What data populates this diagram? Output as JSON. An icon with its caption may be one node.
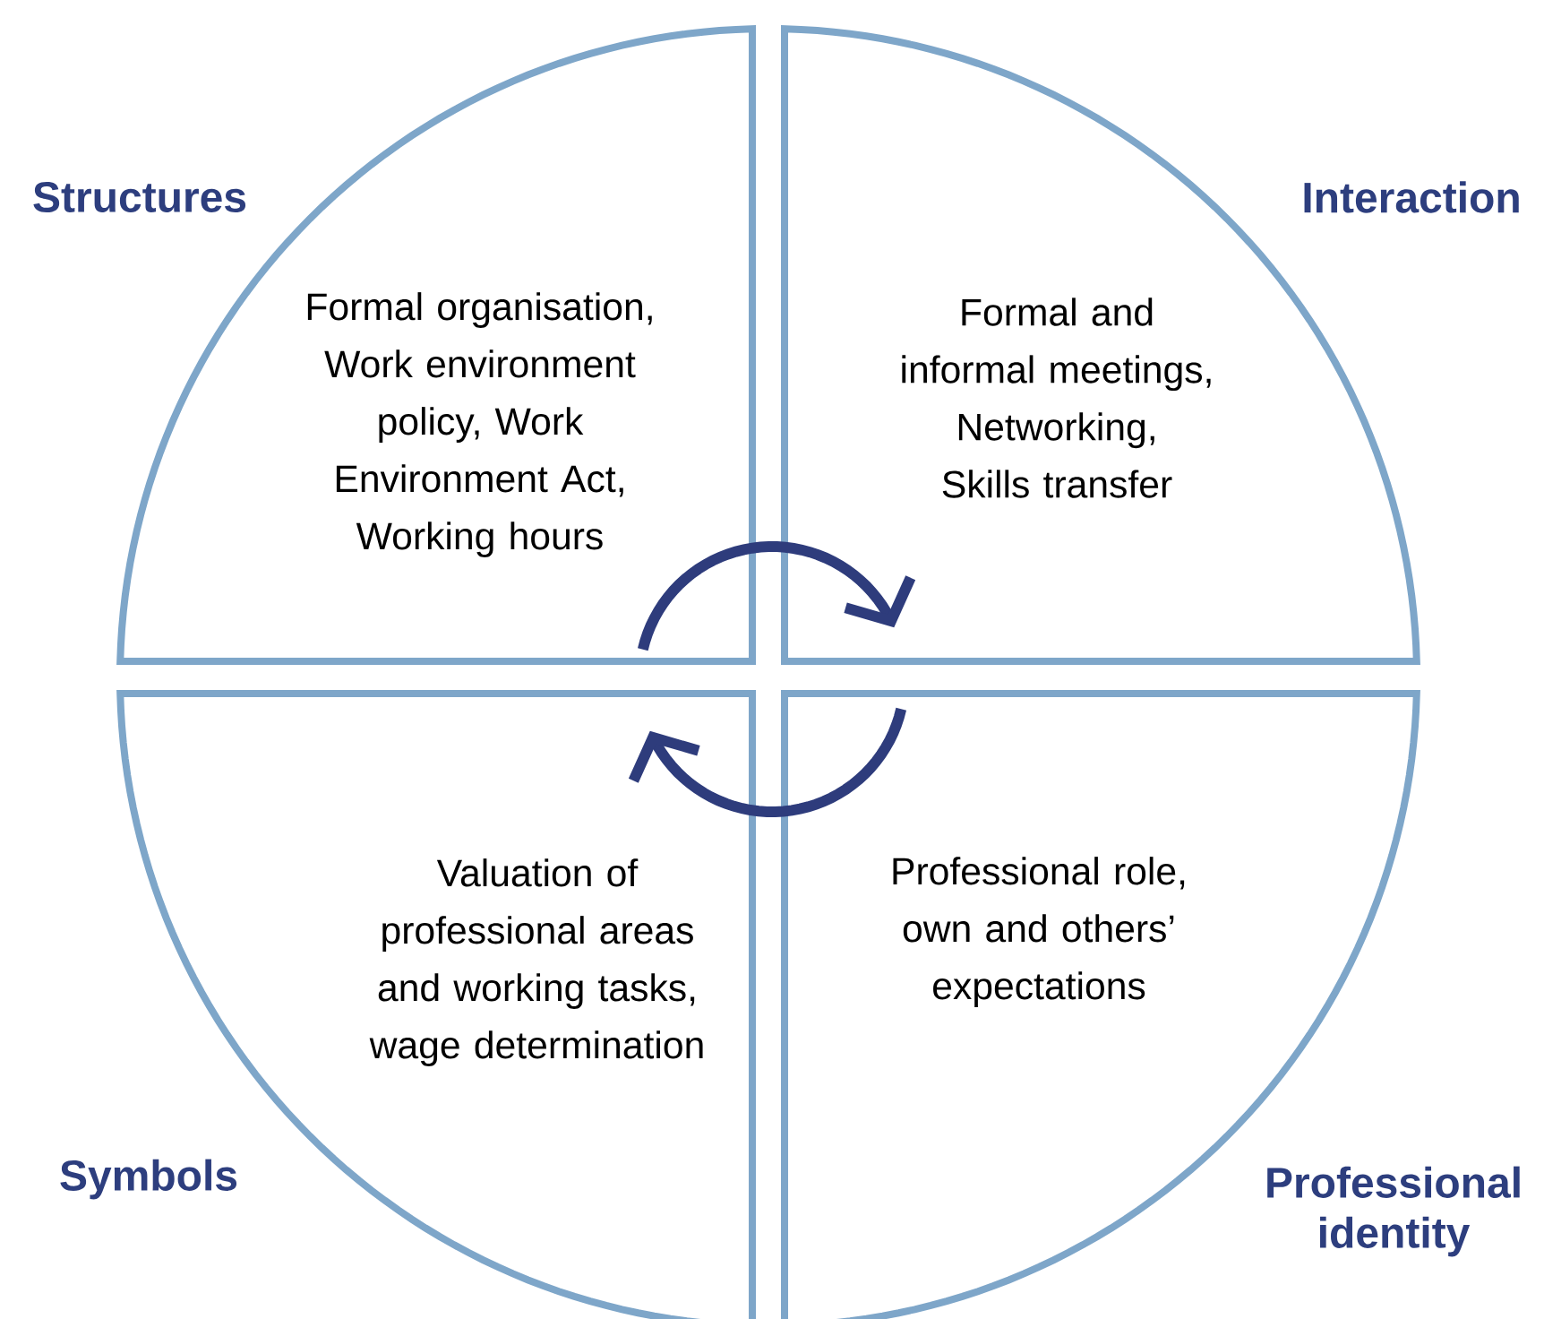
{
  "diagram": {
    "nodes": [
      {
        "text": [
          "Structures",
          "Formal organisation, Work environment policy, Work Environment Act, Working hours"
        ]
      },
      {
        "text": [
          "Interaction",
          "Formal and informal meetings, Networking, Skills transfer"
        ]
      },
      {
        "text": [
          "Symbols",
          "Valuation of professional areas and working tasks, wage determination"
        ]
      },
      {
        "text": [
          "Professional identity",
          "Professional role, own and others’ expectations"
        ]
      }
    ],
    "edges": [
      {
        "from": 0,
        "to": 1,
        "arrow": "to"
      },
      {
        "from": 3,
        "to": 2,
        "arrow": "to"
      }
    ]
  }
}
